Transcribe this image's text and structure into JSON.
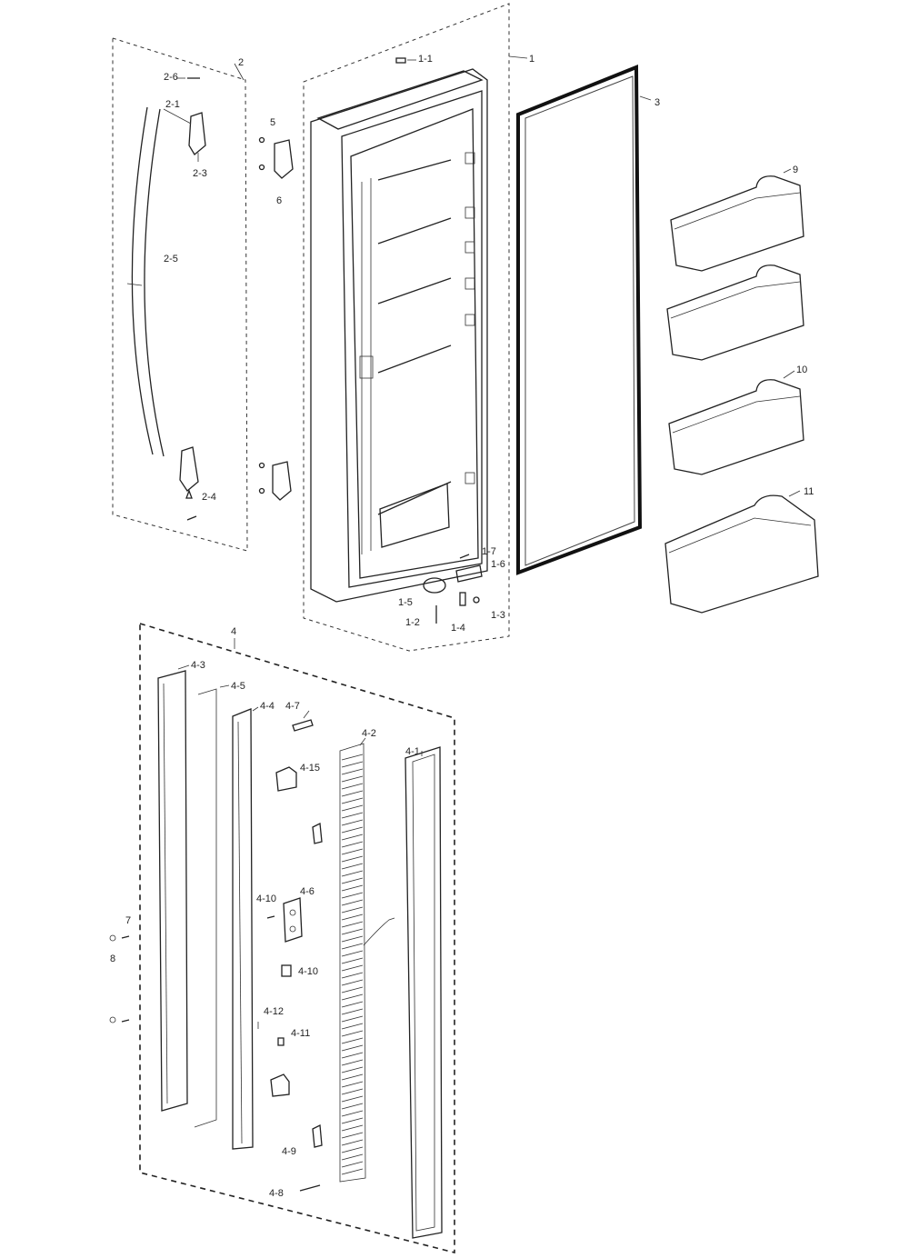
{
  "labels": {
    "l1": "1",
    "l1_1": "1-1",
    "l1_2": "1-2",
    "l1_3": "1-3",
    "l1_4": "1-4",
    "l1_5": "1-5",
    "l1_6": "1-6",
    "l1_7": "1-7",
    "l2": "2",
    "l2_1": "2-1",
    "l2_3": "2-3",
    "l2_4": "2-4",
    "l2_5": "2-5",
    "l2_6": "2-6",
    "l3": "3",
    "l4": "4",
    "l4_1": "4-1",
    "l4_2": "4-2",
    "l4_3": "4-3",
    "l4_4": "4-4",
    "l4_5": "4-5",
    "l4_6": "4-6",
    "l4_7": "4-7",
    "l4_8": "4-8",
    "l4_9": "4-9",
    "l4_10a": "4-10",
    "l4_10b": "4-10",
    "l4_11": "4-11",
    "l4_12": "4-12",
    "l4_15": "4-15",
    "l5": "5",
    "l6": "6",
    "l7": "7",
    "l8": "8",
    "l9": "9",
    "l10": "10",
    "l11": "11"
  }
}
